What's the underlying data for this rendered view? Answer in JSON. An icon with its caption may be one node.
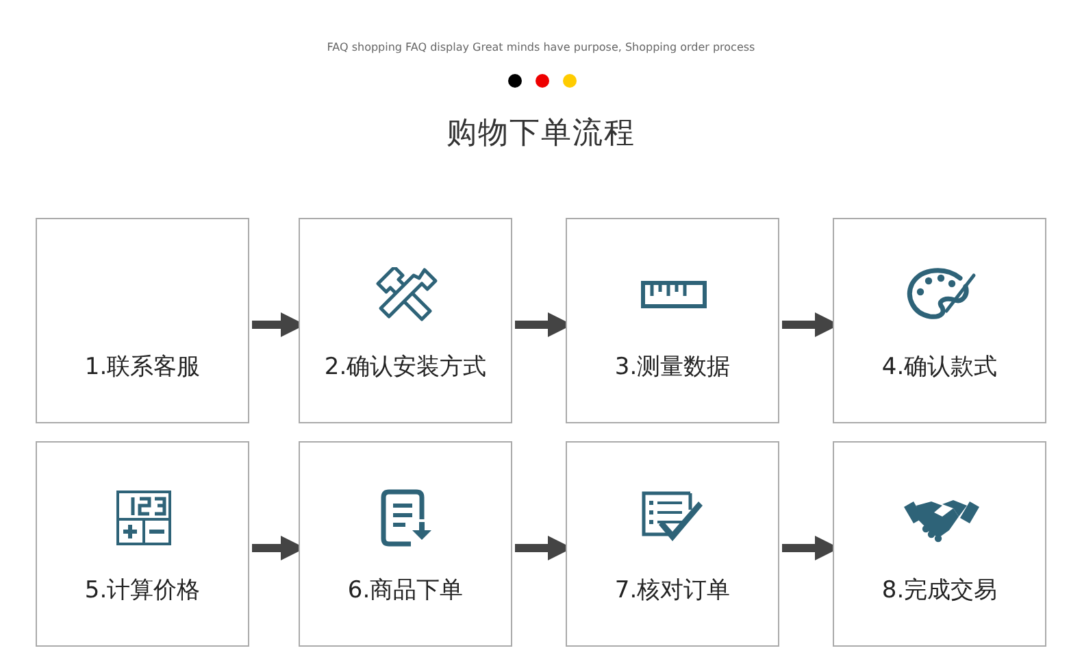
{
  "diagram": {
    "title": "购物下单流程",
    "labels": [
      "FAQ shopping FAQ display Great minds have purpose, Shopping order process"
    ],
    "nodes": [
      {
        "text": [
          "1.联系客服"
        ]
      },
      {
        "text": [
          "2.确认安装方式"
        ]
      },
      {
        "text": [
          "3.测量数据"
        ]
      },
      {
        "text": [
          "4.确认款式"
        ]
      },
      {
        "text": [
          "5.计算价格"
        ]
      },
      {
        "text": [
          "6.商品下单"
        ]
      },
      {
        "text": [
          "7.核对订单"
        ]
      },
      {
        "text": [
          "8.完成交易"
        ]
      }
    ],
    "edges": [
      {
        "from": 0,
        "to": 1,
        "arrow": "to"
      },
      {
        "from": 1,
        "to": 2,
        "arrow": "to"
      },
      {
        "from": 2,
        "to": 3,
        "arrow": "to"
      },
      {
        "from": 4,
        "to": 5,
        "arrow": "to"
      },
      {
        "from": 5,
        "to": 6,
        "arrow": "to"
      },
      {
        "from": 6,
        "to": 7,
        "arrow": "to"
      }
    ]
  }
}
